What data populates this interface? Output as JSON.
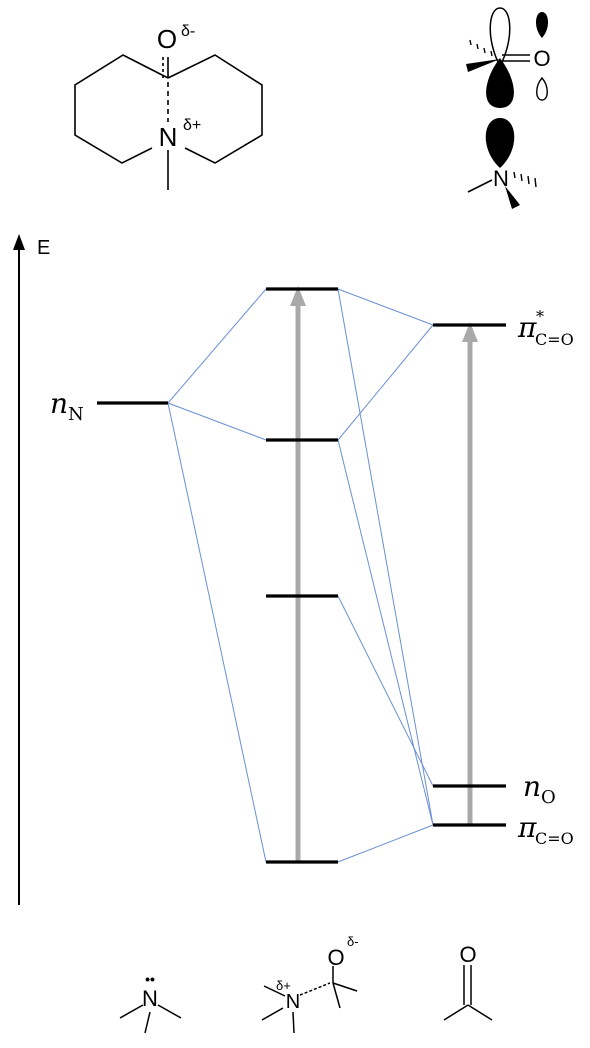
{
  "axis": {
    "label": "E"
  },
  "levels": {
    "nN": {
      "symbol": "n",
      "subscript": "N"
    },
    "pi_star": {
      "symbol": "π",
      "superscript": "*",
      "subscript": "C=O"
    },
    "nO": {
      "symbol": "n",
      "subscript": "O"
    },
    "pi": {
      "symbol": "π",
      "subscript": "C=O"
    }
  },
  "structures": {
    "top_left": {
      "o_atom": "O",
      "o_charge": "δ-",
      "n_atom": "N",
      "n_charge": "δ+"
    },
    "top_right": {
      "o_atom": "O",
      "n_atom": "N"
    },
    "bottom_amine": {
      "n_atom": "N",
      "lone_pair": "••"
    },
    "bottom_complex": {
      "o_atom": "O",
      "o_charge": "δ-",
      "n_atom": "N",
      "n_charge": "δ+"
    },
    "bottom_ketone": {
      "o_atom": "O"
    }
  },
  "colors": {
    "level": "#000000",
    "correlation": "#6a8fd4",
    "transition_arrow": "#a9a9a9"
  }
}
